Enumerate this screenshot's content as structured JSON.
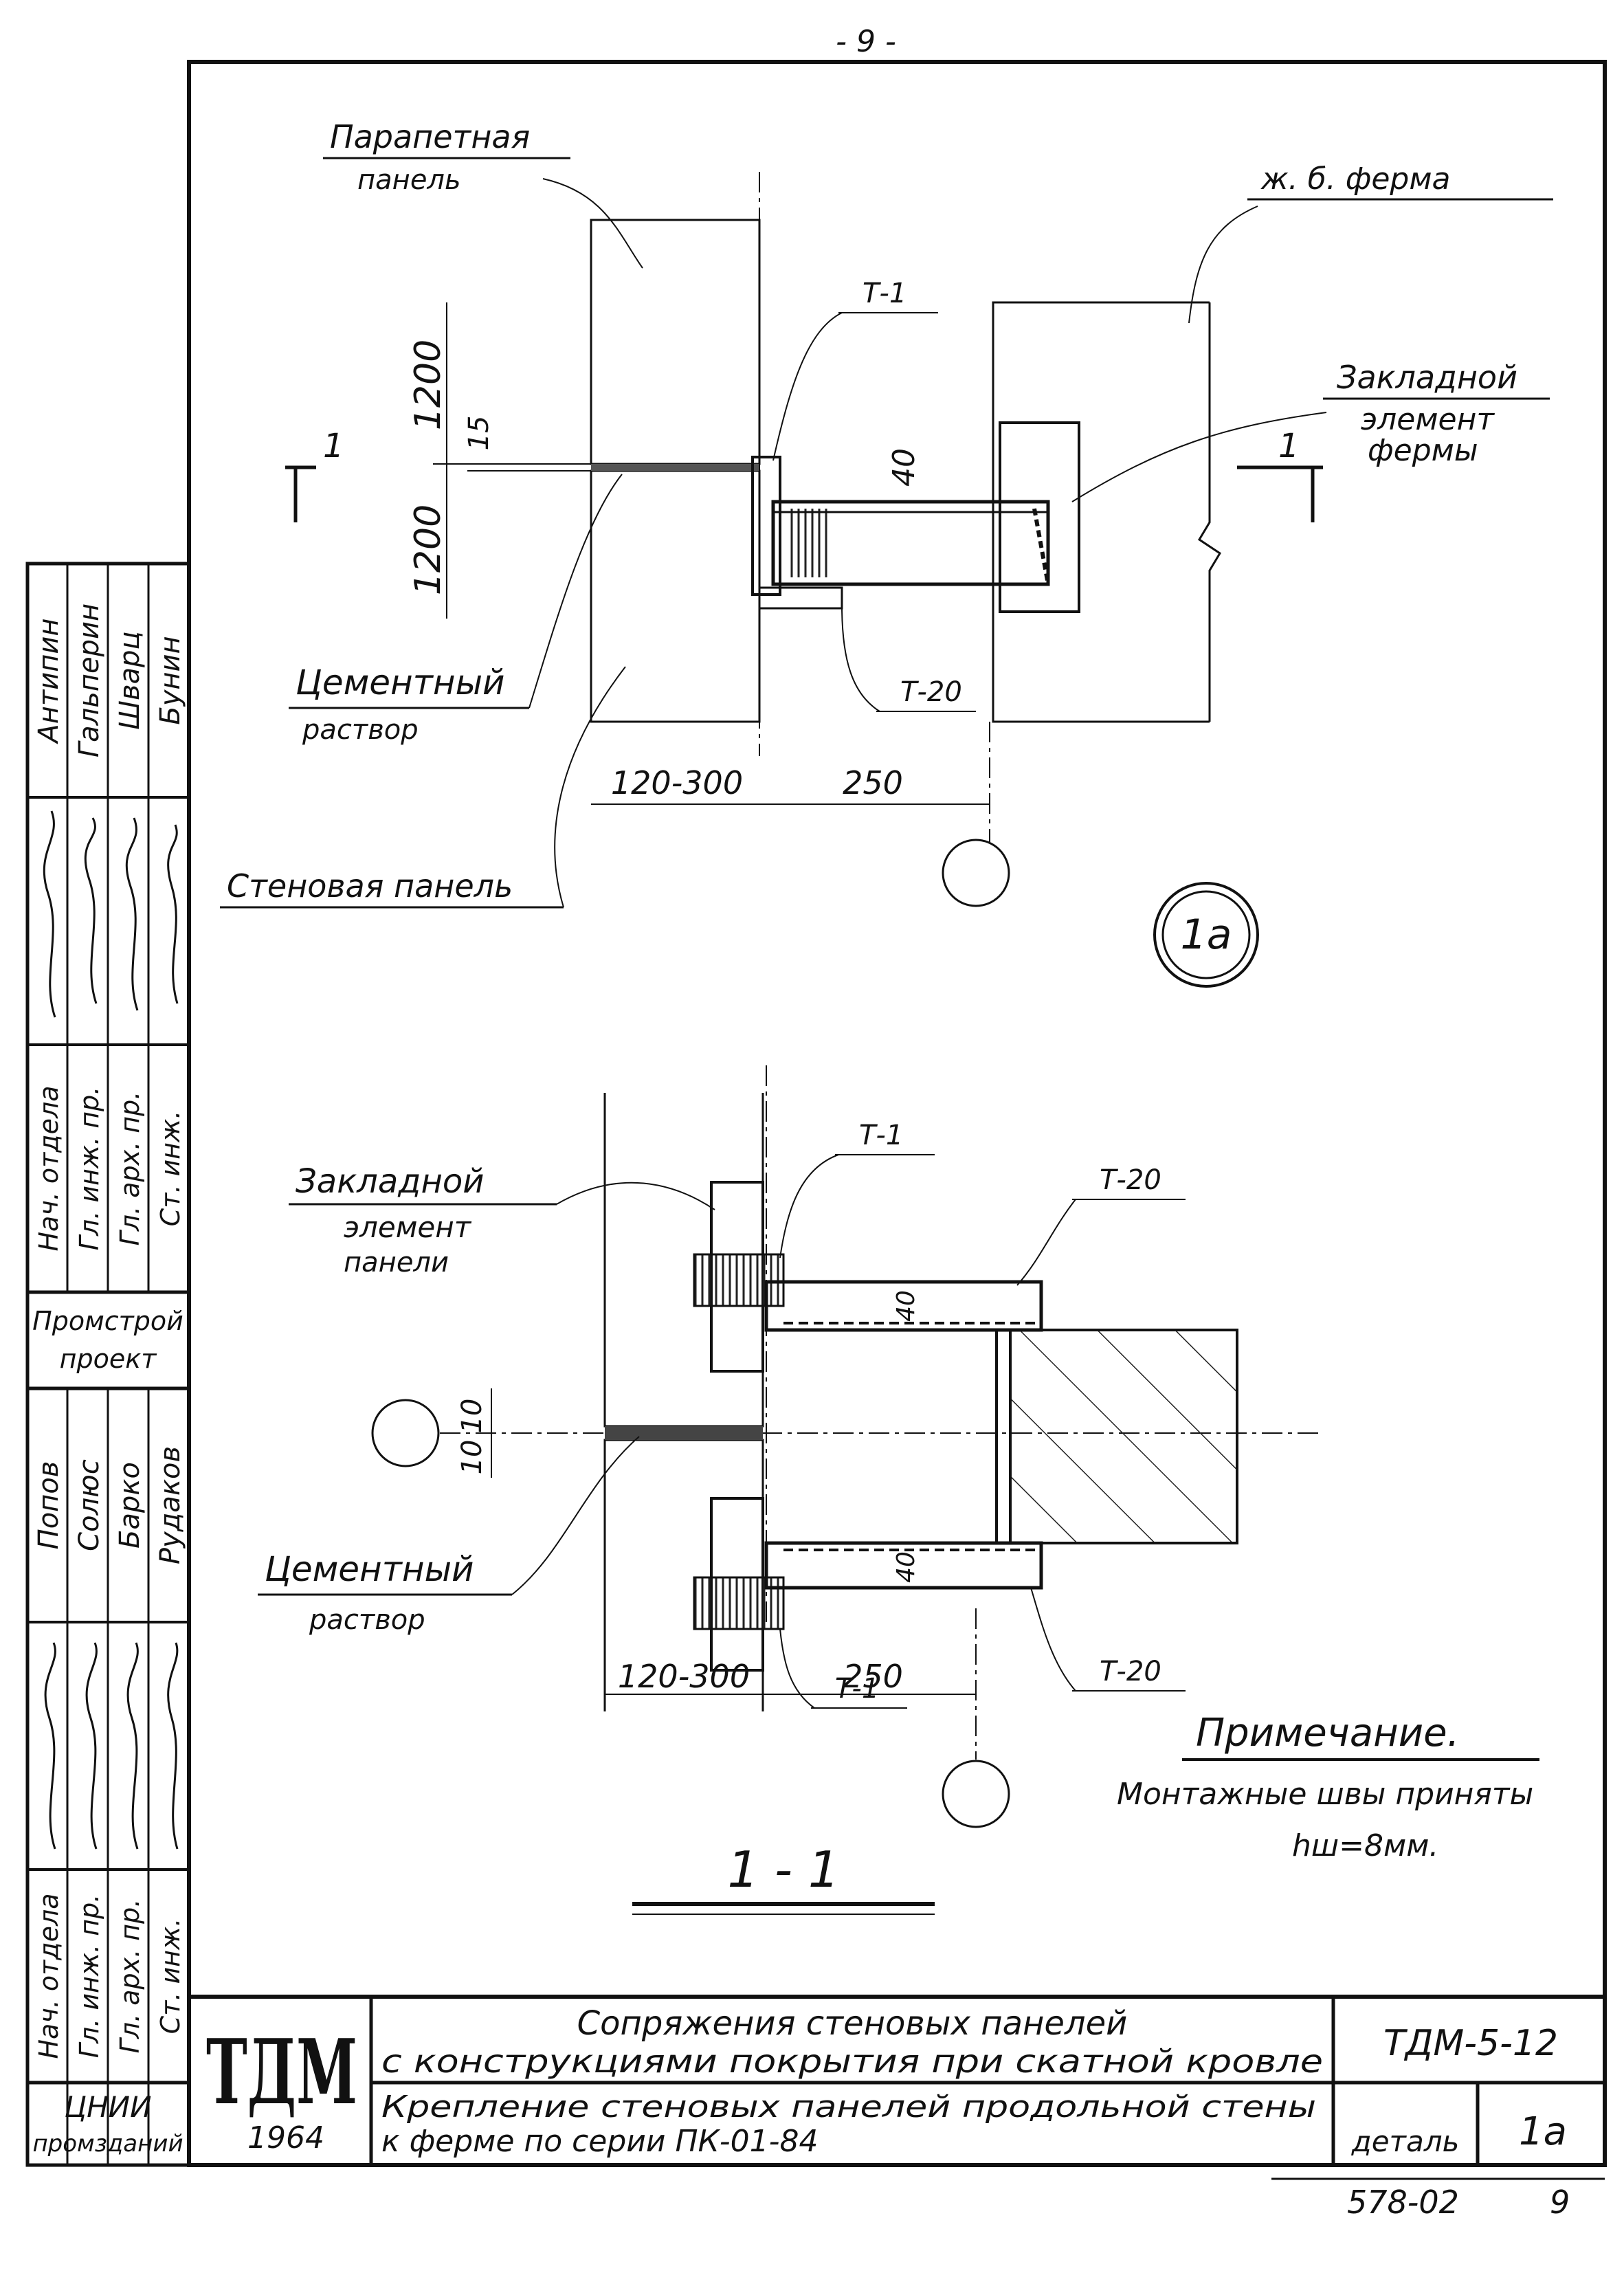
{
  "page_number": "- 9 -",
  "detail_a": {
    "parapet_panel": [
      "Парапетная",
      "панель"
    ],
    "truss": "ж. б. ферма",
    "embedded_truss": [
      "Закладной",
      "элемент",
      "фермы"
    ],
    "cement_mortar": [
      "Цементный",
      "раствор"
    ],
    "wall_panel": "Стеновая панель",
    "dim_1200_top": "1200",
    "dim_1200_bottom": "1200",
    "dim_15": "15",
    "dim_40": "40",
    "dim_wall": "120-300",
    "dim_250": "250",
    "t1": "Т-1",
    "t20": "Т-20",
    "section_mark": "1",
    "detail_id": "1а"
  },
  "section_1_1": {
    "embedded_panel": [
      "Закладной",
      "элемент",
      "панели"
    ],
    "cement_mortar": [
      "Цементный",
      "раствор"
    ],
    "t1_top": "Т-1",
    "t20_top": "Т-20",
    "t1_bottom": "Т-1",
    "t20_bottom": "Т-20",
    "dim_10_a": "10",
    "dim_10_b": "10",
    "dim_40_a": "40",
    "dim_40_b": "40",
    "dim_wall": "120-300",
    "dim_250": "250",
    "section_title": "1 - 1"
  },
  "note": {
    "title": "Примечание.",
    "text": "Монтажные швы приняты",
    "weld": "hш=8мм."
  },
  "side_stamp": {
    "upper": {
      "roles": [
        "Нач. отдела",
        "Гл. инж. пр.",
        "Гл. арх. пр.",
        "Ст. инж."
      ],
      "names": [
        "Антипин",
        "Гальперин",
        "Шварц",
        "Бунин"
      ],
      "org": [
        "Промстрой",
        "проект"
      ]
    },
    "lower": {
      "roles": [
        "Нач. отдела",
        "Гл. инж. пр.",
        "Гл. арх. пр.",
        "Ст. инж."
      ],
      "names": [
        "Попов",
        "Солюс",
        "Барко",
        "Рудаков"
      ],
      "org": [
        "ЦНИИ",
        "промзданий"
      ]
    }
  },
  "title_block": {
    "logo": "ТДМ",
    "year": "1964",
    "title_line1": "Сопряжения стеновых панелей",
    "title_line2": "с конструкциями покрытия при скатной кровле",
    "subtitle_line1": "Крепление стеновых панелей продольной стены",
    "subtitle_line2": "к ферме по серии ПК-01-84",
    "code": "ТДМ-5-12",
    "detail_label": "деталь",
    "detail_no": "1а",
    "sheet_code": "578-02",
    "sheet_no": "9"
  }
}
